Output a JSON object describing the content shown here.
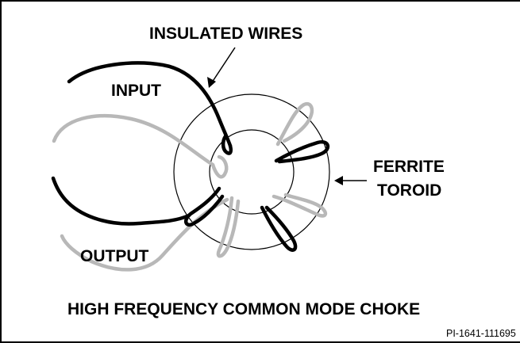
{
  "labels": {
    "insulated_wires": "INSULATED WIRES",
    "input": "INPUT",
    "output": "OUTPUT",
    "ferrite": "FERRITE",
    "toroid": "TOROID",
    "title": "HIGH FREQUENCY COMMON MODE CHOKE",
    "figure_id": "PI-1641-111695"
  },
  "colors": {
    "dark_wire": "#000000",
    "light_wire": "#b8b8b8",
    "outline": "#000000"
  }
}
